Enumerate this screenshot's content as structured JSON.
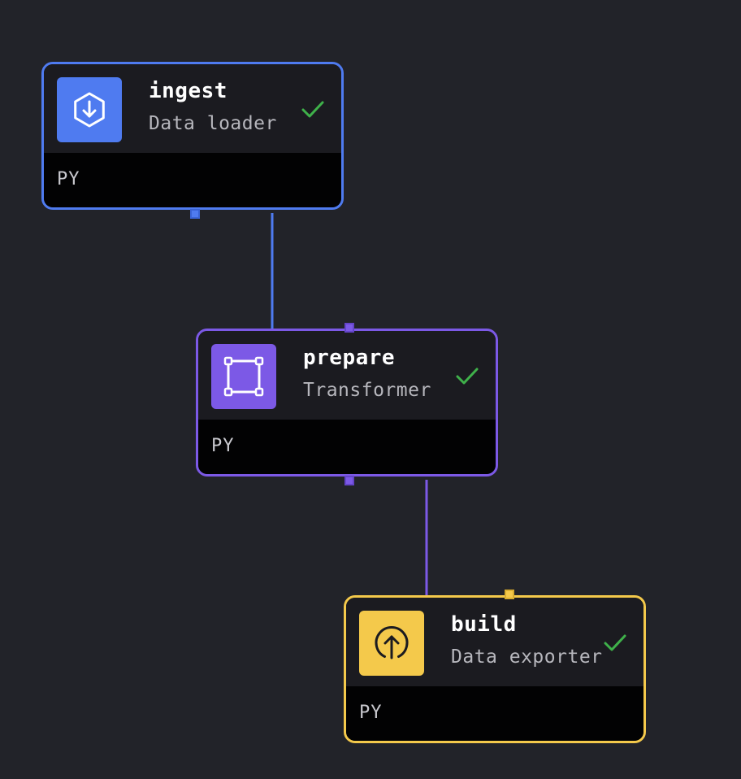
{
  "colors": {
    "background": "#222329",
    "loader": "#4f7bf0",
    "transformer": "#7c59e6",
    "exporter": "#f4c94b",
    "check": "#3fb14a",
    "node_body": "#1b1b20",
    "node_footer": "#020203"
  },
  "blocks": [
    {
      "id": "ingest",
      "name": "ingest",
      "type_label": "Data loader",
      "language": "PY",
      "icon": "download-icon",
      "color": "#4f7bf0",
      "status": "success-check-icon"
    },
    {
      "id": "prepare",
      "name": "prepare",
      "type_label": "Transformer",
      "language": "PY",
      "icon": "transform-frame-icon",
      "color": "#7c59e6",
      "status": "success-check-icon"
    },
    {
      "id": "build",
      "name": "build",
      "type_label": "Data exporter",
      "language": "PY",
      "icon": "upload-icon",
      "color": "#f4c94b",
      "status": "success-check-icon"
    }
  ],
  "edges": [
    {
      "from": "ingest",
      "to": "prepare",
      "color": "#4f7bf0"
    },
    {
      "from": "prepare",
      "to": "build",
      "color": "#7c59e6"
    }
  ]
}
